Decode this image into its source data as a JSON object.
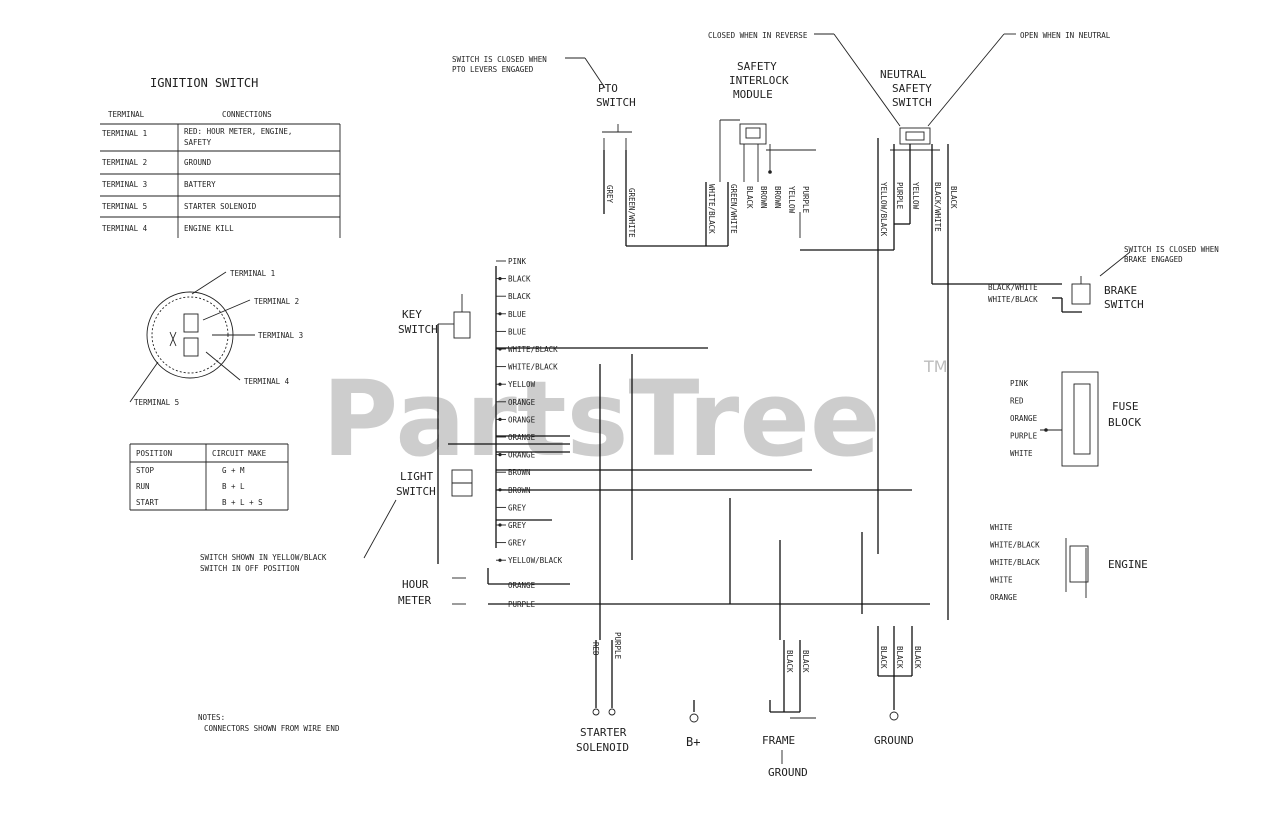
{
  "watermark": {
    "brand": "PartsTree",
    "trademark": "TM"
  },
  "ignition_switch": {
    "title": "IGNITION SWITCH",
    "headers": [
      "TERMINAL",
      "CONNECTIONS"
    ],
    "rows": [
      [
        "TERMINAL 1",
        "RED: HOUR METER, ENGINE,"
      ],
      [
        "TERMINAL 2",
        "GROUND"
      ],
      [
        "TERMINAL 3",
        "BATTERY"
      ],
      [
        "TERMINAL 5",
        "STARTER SOLENOID"
      ],
      [
        "TERMINAL 4",
        "ENGINE KILL"
      ]
    ],
    "row1_line2": "SAFETY",
    "terminals": [
      "TERMINAL 1",
      "TERMINAL 2",
      "TERMINAL 3",
      "TERMINAL 4",
      "TERMINAL 5"
    ],
    "positions": {
      "headers": [
        "POSITION",
        "CIRCUIT MAKE"
      ],
      "rows": [
        [
          "STOP",
          "G + M"
        ],
        [
          "RUN",
          "B + L"
        ],
        [
          "START",
          "B + L + S"
        ]
      ]
    }
  },
  "annotations": {
    "pto_closed": "SWITCH IS CLOSED WHEN",
    "pto_closed_2": "PTO LEVERS ENGAGED",
    "reverse_closed": "CLOSED WHEN IN REVERSE",
    "neutral_open": "OPEN WHEN IN NEUTRAL",
    "brake_closed": "SWITCH IS CLOSED WHEN",
    "brake_closed_2": "BRAKE ENGAGED",
    "light_note": "SWITCH SHOWN IN YELLOW/BLACK",
    "light_note_2": "SWITCH IN OFF POSITION",
    "notes_title": "NOTES:",
    "notes_body": "CONNECTORS SHOWN FROM WIRE END"
  },
  "components": {
    "pto_switch": [
      "PTO",
      "SWITCH"
    ],
    "safety_module": [
      "SAFETY",
      "INTERLOCK",
      "MODULE"
    ],
    "neutral_switch": [
      "NEUTRAL",
      "SAFETY",
      "SWITCH"
    ],
    "brake_switch": [
      "BRAKE",
      "SWITCH"
    ],
    "key_switch": [
      "KEY",
      "SWITCH"
    ],
    "light_switch": [
      "LIGHT",
      "SWITCH"
    ],
    "hour_meter": [
      "HOUR",
      "METER"
    ],
    "fuse_block": [
      "FUSE",
      "BLOCK"
    ],
    "engine": "ENGINE",
    "starter": [
      "STARTER",
      "SOLENOID"
    ],
    "b_plus": "B+",
    "frame_ground": [
      "FRAME",
      "GROUND"
    ],
    "ground": "GROUND"
  },
  "wires": {
    "pto_pair": [
      "GREY",
      "GREEN/WHITE"
    ],
    "module_pair": [
      "WHITE/BLACK",
      "GREEN/WHITE",
      "BLACK",
      "BROWN",
      "BROWN",
      "YELLOW",
      "PURPLE"
    ],
    "neutral_pair": [
      "YELLOW/BLACK",
      "PURPLE",
      "YELLOW",
      "BLACK/WHITE",
      "BLACK"
    ],
    "brake_pair": [
      "BLACK/WHITE",
      "WHITE/BLACK"
    ],
    "key_list": [
      "PINK",
      "BLACK",
      "BLACK",
      "BLUE",
      "BLUE",
      "WHITE/BLACK",
      "WHITE/BLACK",
      "YELLOW",
      "ORANGE",
      "ORANGE",
      "ORANGE",
      "ORANGE",
      "BROWN",
      "BROWN",
      "GREY",
      "GREY",
      "GREY",
      "YELLOW/BLACK"
    ],
    "hour_pair": [
      "ORANGE",
      "PURPLE"
    ],
    "fuse_list": [
      "PINK",
      "RED",
      "ORANGE",
      "PURPLE",
      "WHITE"
    ],
    "engine_list": [
      "WHITE",
      "WHITE/BLACK",
      "WHITE/BLACK",
      "WHITE",
      "ORANGE"
    ],
    "starter_pair": [
      "RED",
      "PURPLE"
    ],
    "frame_pair": [
      "BLACK",
      "BLACK"
    ],
    "ground_triple": [
      "BLACK",
      "BLACK",
      "BLACK"
    ]
  }
}
